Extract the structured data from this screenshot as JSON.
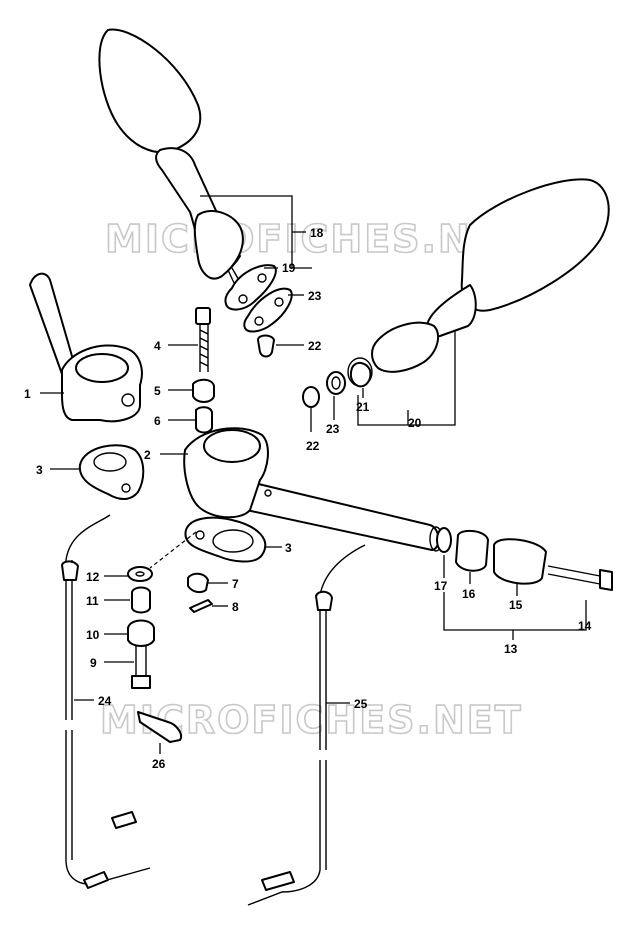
{
  "diagram": {
    "watermarks": [
      "MICROFICHES.NET",
      "MICROFICHES.NET"
    ],
    "callouts": [
      {
        "id": "c1",
        "text": "1"
      },
      {
        "id": "c2",
        "text": "2"
      },
      {
        "id": "c3a",
        "text": "3"
      },
      {
        "id": "c3b",
        "text": "3"
      },
      {
        "id": "c4",
        "text": "4"
      },
      {
        "id": "c5",
        "text": "5"
      },
      {
        "id": "c6",
        "text": "6"
      },
      {
        "id": "c7",
        "text": "7"
      },
      {
        "id": "c8",
        "text": "8"
      },
      {
        "id": "c9",
        "text": "9"
      },
      {
        "id": "c10",
        "text": "10"
      },
      {
        "id": "c11",
        "text": "11"
      },
      {
        "id": "c12",
        "text": "12"
      },
      {
        "id": "c13",
        "text": "13"
      },
      {
        "id": "c14",
        "text": "14"
      },
      {
        "id": "c15",
        "text": "15"
      },
      {
        "id": "c16",
        "text": "16"
      },
      {
        "id": "c17",
        "text": "17"
      },
      {
        "id": "c18",
        "text": "18"
      },
      {
        "id": "c19",
        "text": "19"
      },
      {
        "id": "c20",
        "text": "20"
      },
      {
        "id": "c21",
        "text": "21"
      },
      {
        "id": "c22a",
        "text": "22"
      },
      {
        "id": "c22b",
        "text": "22"
      },
      {
        "id": "c23a",
        "text": "23"
      },
      {
        "id": "c23b",
        "text": "23"
      },
      {
        "id": "c24",
        "text": "24"
      },
      {
        "id": "c25",
        "text": "25"
      },
      {
        "id": "c26",
        "text": "26"
      }
    ]
  }
}
